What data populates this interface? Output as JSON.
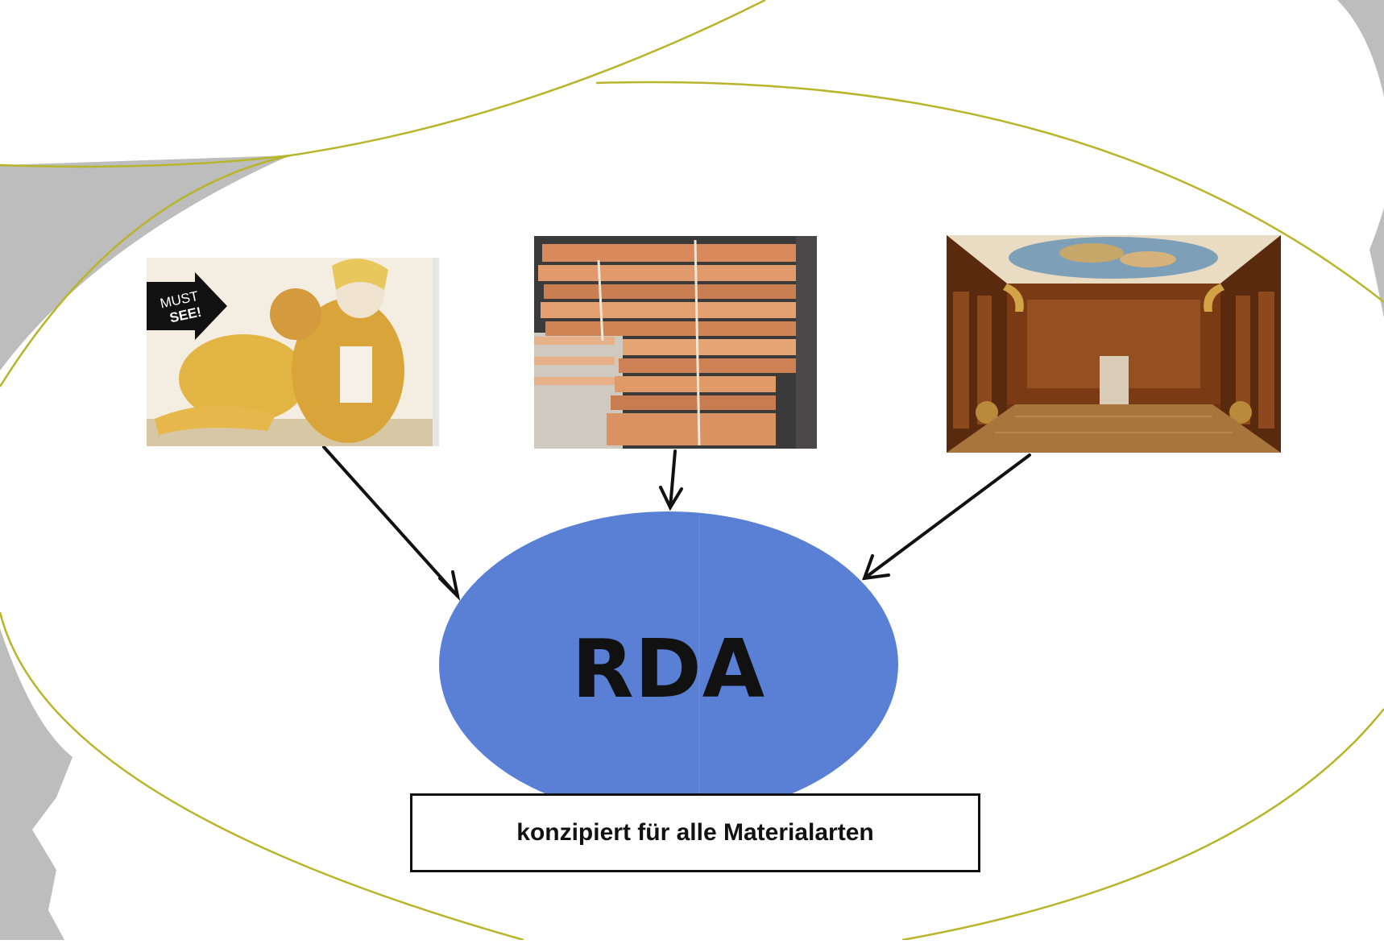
{
  "diagram": {
    "center_label": "RDA",
    "caption": "konzipiert für alle Materialarten",
    "photo_badge": {
      "line1": "MUST",
      "line2": "SEE!"
    },
    "images": [
      {
        "name": "statue-photo",
        "depicts": "golden porcelain sculpture of a man with a monkey"
      },
      {
        "name": "files-photo",
        "depicts": "stacks of tied paper file bundles on a shelf"
      },
      {
        "name": "library-photo",
        "depicts": "baroque library hall with painted ceiling"
      }
    ]
  },
  "colors": {
    "center_ellipse": "#5a80d6",
    "outline_curves": "#b8b52a",
    "side_shapes": "#bdbdbd",
    "arrows": "#111111",
    "text": "#111111"
  }
}
